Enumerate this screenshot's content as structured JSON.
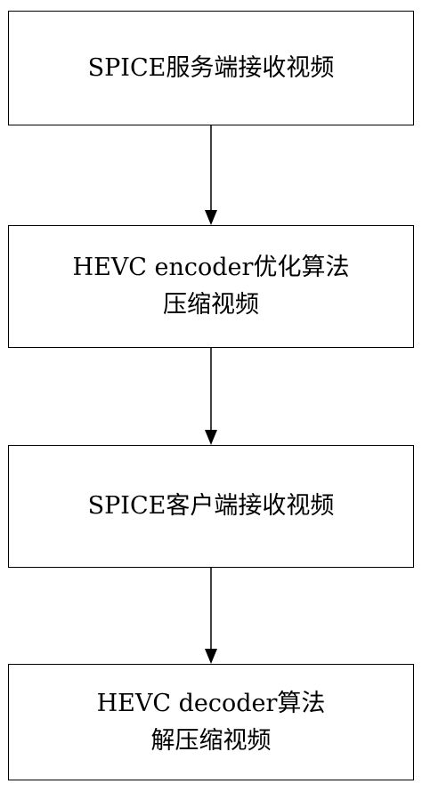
{
  "flowchart": {
    "steps": [
      {
        "lines": [
          "SPICE服务端接收视频"
        ]
      },
      {
        "lines": [
          "HEVC encoder优化算法",
          "压缩视频"
        ]
      },
      {
        "lines": [
          "SPICE客户端接收视频"
        ]
      },
      {
        "lines": [
          "HEVC decoder算法",
          "解压缩视频"
        ]
      }
    ]
  },
  "colors": {
    "stroke": "#000000",
    "background": "#ffffff"
  }
}
